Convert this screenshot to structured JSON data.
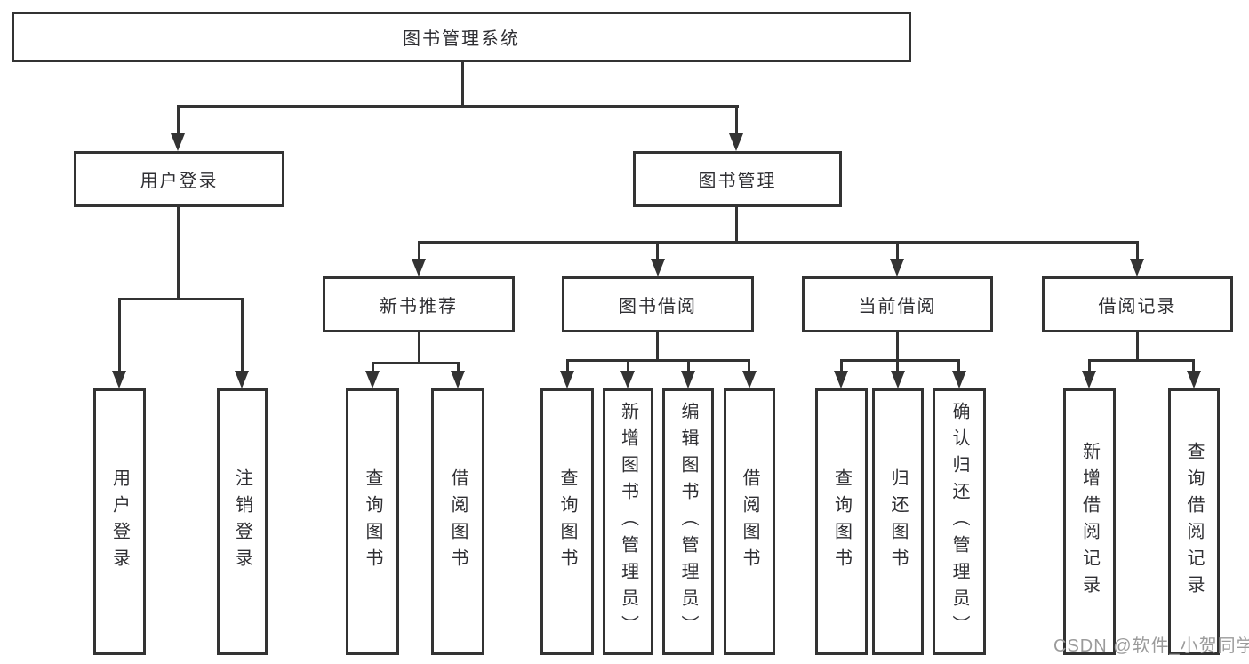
{
  "diagram": {
    "type": "tree",
    "title": "图书管理系统",
    "root": {
      "label": "图书管理系统"
    },
    "level2": [
      {
        "label": "用户登录"
      },
      {
        "label": "图书管理"
      }
    ],
    "level3": [
      {
        "label": "新书推荐",
        "parent": "图书管理"
      },
      {
        "label": "图书借阅",
        "parent": "图书管理"
      },
      {
        "label": "当前借阅",
        "parent": "图书管理"
      },
      {
        "label": "借阅记录",
        "parent": "图书管理"
      }
    ],
    "leaves": [
      {
        "label": "用户登录",
        "parent": "用户登录"
      },
      {
        "label": "注销登录",
        "parent": "用户登录"
      },
      {
        "label": "查询图书",
        "parent": "新书推荐"
      },
      {
        "label": "借阅图书",
        "parent": "新书推荐"
      },
      {
        "label": "查询图书",
        "parent": "图书借阅"
      },
      {
        "label": "新增图书（管理员）",
        "parent": "图书借阅"
      },
      {
        "label": "编辑图书（管理员）",
        "parent": "图书借阅"
      },
      {
        "label": "借阅图书",
        "parent": "图书借阅"
      },
      {
        "label": "查询图书",
        "parent": "当前借阅"
      },
      {
        "label": "归还图书",
        "parent": "当前借阅"
      },
      {
        "label": "确认归还（管理员）",
        "parent": "当前借阅"
      },
      {
        "label": "新增借阅记录",
        "parent": "借阅记录"
      },
      {
        "label": "查询借阅记录",
        "parent": "借阅记录"
      }
    ],
    "colors": {
      "line": "#333333",
      "text": "#2f2f33",
      "background": "#ffffff",
      "watermark": "#9b9b9b"
    },
    "watermark": {
      "text": "CSDN @软件_小贺同学"
    }
  }
}
